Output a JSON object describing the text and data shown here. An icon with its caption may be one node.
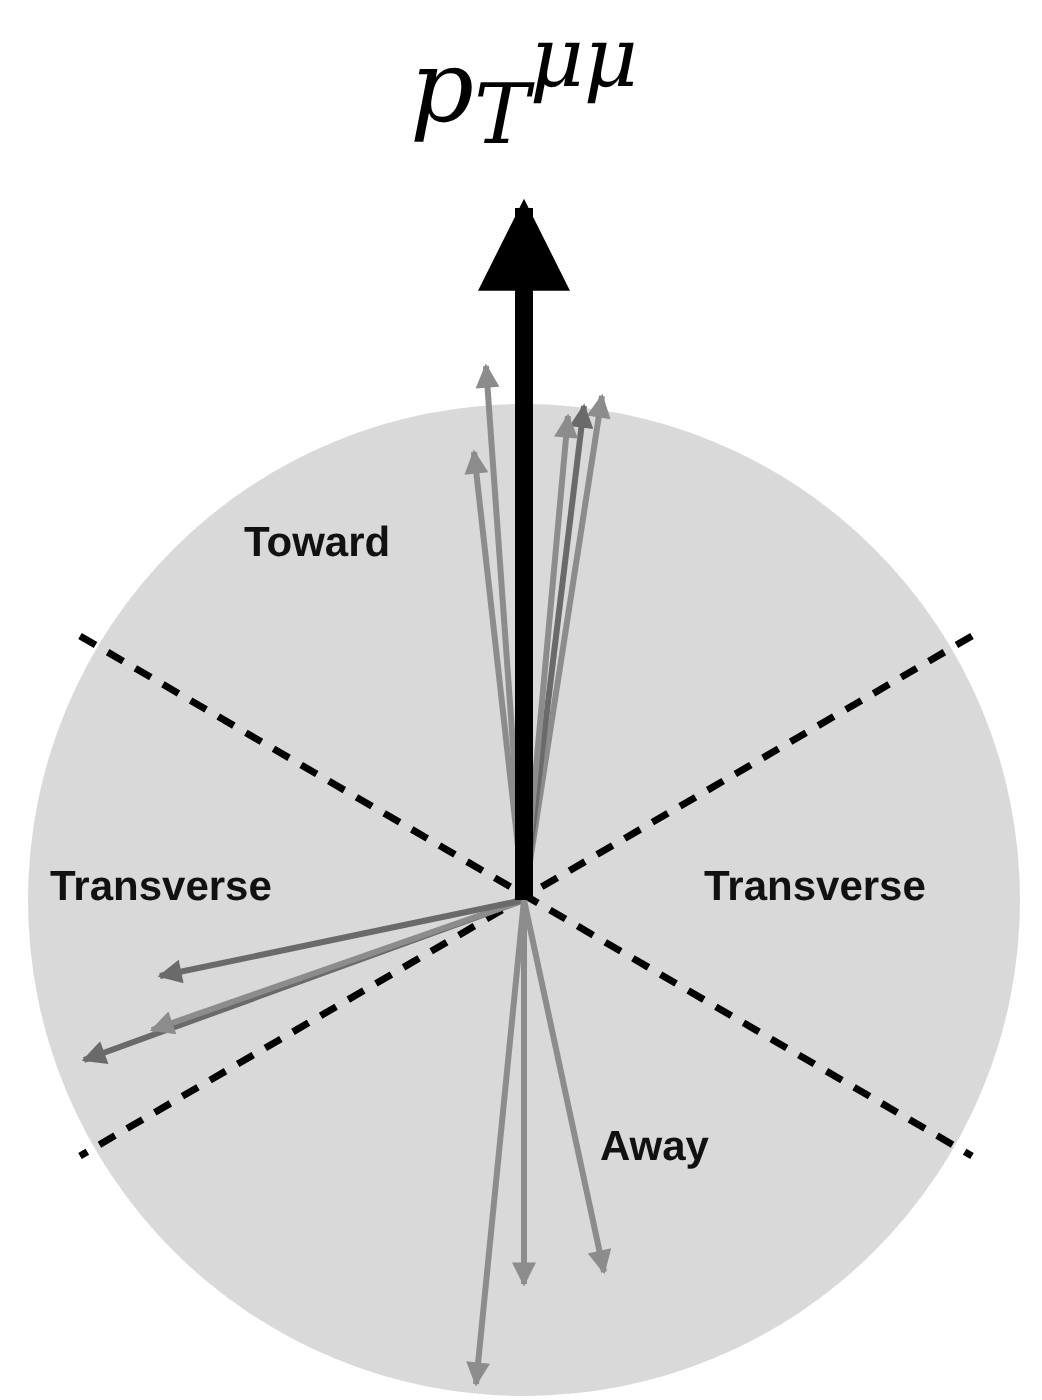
{
  "diagram": {
    "labels": [
      "p$_{T}$$^{μμ}$",
      "Toward",
      "Transverse",
      "Transverse",
      "Away"
    ]
  }
}
